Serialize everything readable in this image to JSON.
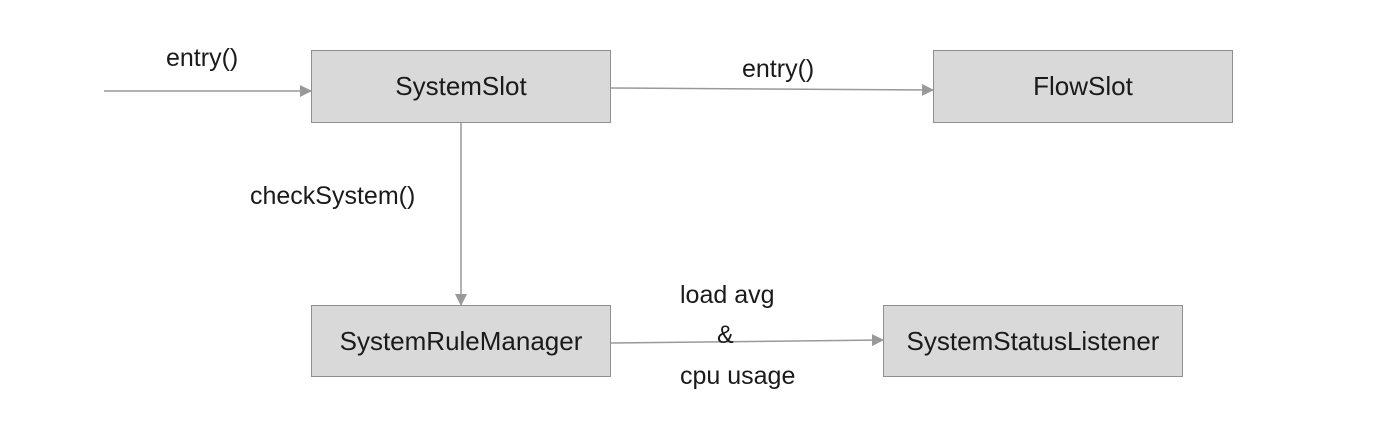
{
  "colors": {
    "box_fill": "#d9d9d9",
    "box_border": "#8f8f8f",
    "arrow": "#999999",
    "text": "#1a1a1a"
  },
  "nodes": {
    "system_slot": "SystemSlot",
    "flow_slot": "FlowSlot",
    "system_rule_manager": "SystemRuleManager",
    "system_status_listener": "SystemStatusListener"
  },
  "edges": {
    "incoming_entry": "entry()",
    "slot_to_flow": "entry()",
    "check_system": "checkSystem()",
    "metrics_line1": "load avg",
    "metrics_line2": "&",
    "metrics_line3": "cpu usage"
  }
}
